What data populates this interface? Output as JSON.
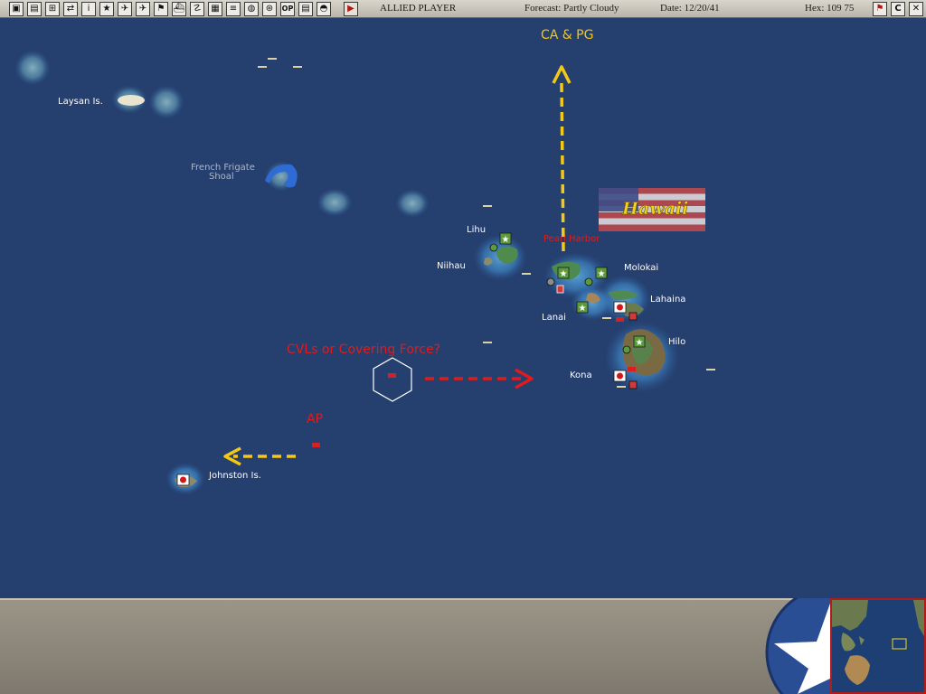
{
  "toolbar": {
    "buttons": [
      {
        "name": "save-icon",
        "glyph": "▣"
      },
      {
        "name": "report-icon",
        "glyph": "▤"
      },
      {
        "name": "bases-icon",
        "glyph": "⊞"
      },
      {
        "name": "task-forces-icon",
        "glyph": "⇄"
      },
      {
        "name": "info-icon",
        "glyph": "i"
      },
      {
        "name": "star-icon",
        "glyph": "★"
      },
      {
        "name": "air-groups-icon",
        "glyph": "✈"
      },
      {
        "name": "aircraft-icon",
        "glyph": "✈"
      },
      {
        "name": "flag-icon",
        "glyph": "⚑"
      },
      {
        "name": "ship-icon",
        "glyph": "⛴"
      },
      {
        "name": "land-units-icon",
        "glyph": "☡"
      },
      {
        "name": "production-icon",
        "glyph": "▦"
      },
      {
        "name": "convoy-icon",
        "glyph": "≡"
      },
      {
        "name": "globe-icon",
        "glyph": "◍"
      },
      {
        "name": "list-icon",
        "glyph": "⊛"
      },
      {
        "name": "op-icon",
        "glyph": "OP"
      },
      {
        "name": "settings-icon",
        "glyph": "▤"
      },
      {
        "name": "weather-icon",
        "glyph": "◓"
      },
      {
        "name": "end-turn-icon",
        "glyph": "▶"
      }
    ],
    "player": "ALLIED PLAYER",
    "forecast": "Forecast: Partly Cloudy",
    "date": "Date: 12/20/41",
    "hex": "Hex: 109  75",
    "right_buttons": [
      {
        "name": "flag-right-icon",
        "glyph": "⚑"
      },
      {
        "name": "c-icon",
        "glyph": "C"
      },
      {
        "name": "x-icon",
        "glyph": "✕"
      }
    ]
  },
  "map": {
    "labels": {
      "laysan": "Laysan Is.",
      "ffs_line1": "French Frigate",
      "ffs_line2": "Shoal",
      "lihu": "Lihu",
      "niihau": "Niihau",
      "pearl_harbor": "Pearl Harbor",
      "molokai": "Molokai",
      "lahaina": "Lahaina",
      "lanai": "Lanai",
      "hilo": "Hilo",
      "kona": "Kona",
      "johnston": "Johnston Is.",
      "hawaii": "Hawaii"
    },
    "annotations": {
      "ca_pg": "CA & PG",
      "cvls": "CVLs or Covering Force?",
      "ap": "AP"
    },
    "colors": {
      "ocean": "#253f6e",
      "yellow_arrow": "#f4c816",
      "red_arrow": "#e11b1b",
      "island": "#3f8a5a"
    }
  }
}
